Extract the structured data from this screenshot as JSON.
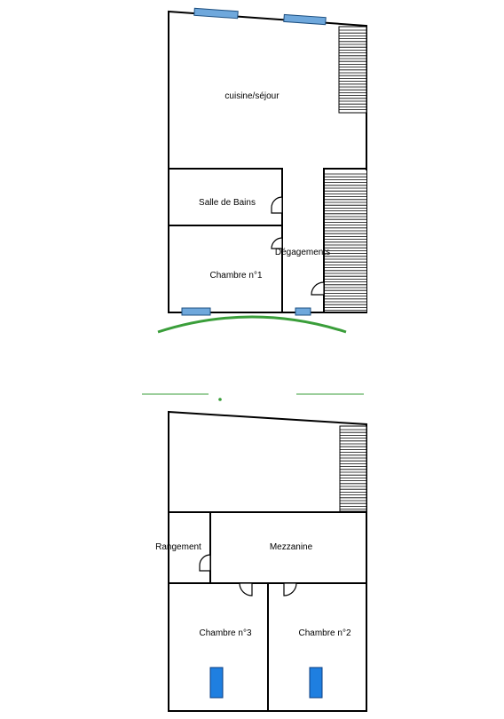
{
  "floor_ground": {
    "rooms": [
      {
        "label": "cuisine/séjour"
      },
      {
        "label": "Salle de Bains"
      },
      {
        "label": "Dégagements"
      },
      {
        "label": "Chambre n°1"
      }
    ]
  },
  "floor_upper": {
    "rooms": [
      {
        "label": "Rangement"
      },
      {
        "label": "Mezzanine"
      },
      {
        "label": "Chambre n°3"
      },
      {
        "label": "Chambre n°2"
      }
    ]
  },
  "colors": {
    "wall": "#000000",
    "window": "#6fa8dc",
    "skylight": "#1f7fe0",
    "accent_green": "#3a9e3a"
  }
}
